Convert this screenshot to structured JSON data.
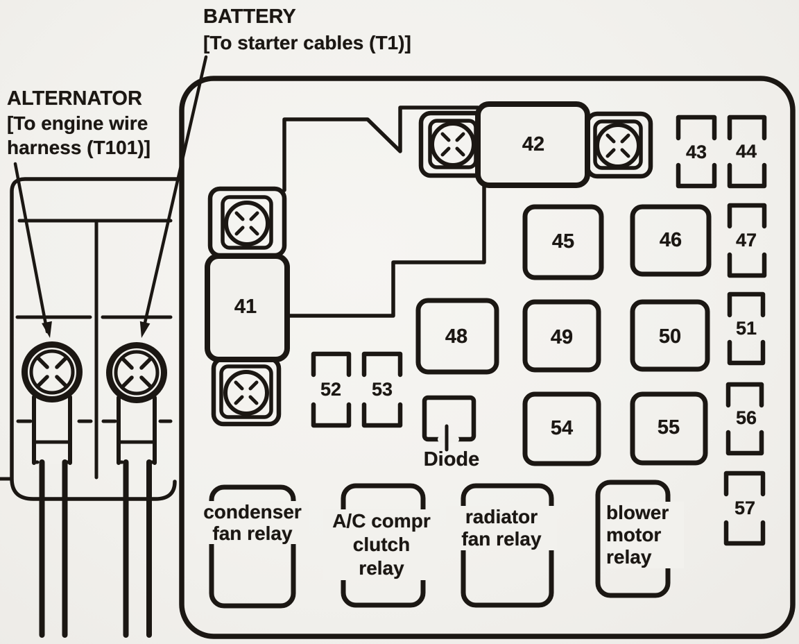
{
  "colors": {
    "paper": "#f2f1ed",
    "ink": "#1b1713"
  },
  "callouts": {
    "alternator": {
      "title": "ALTERNATOR",
      "sub1": "[To engine wire",
      "sub2": "harness (T101)]"
    },
    "battery": {
      "title": "BATTERY",
      "sub": "[To starter cables (T1)]"
    }
  },
  "fuses": {
    "41": "41",
    "42": "42",
    "43": "43",
    "44": "44",
    "45": "45",
    "46": "46",
    "47": "47",
    "48": "48",
    "49": "49",
    "50": "50",
    "51": "51",
    "52": "52",
    "53": "53",
    "54": "54",
    "55": "55",
    "56": "56",
    "57": "57"
  },
  "diode_label": "Diode",
  "relays": [
    {
      "id": "condenser-fan-relay",
      "lines": [
        "condenser",
        "fan relay"
      ]
    },
    {
      "id": "ac-compressor-clutch-relay",
      "lines": [
        "A/C compr",
        "clutch",
        "relay"
      ]
    },
    {
      "id": "radiator-fan-relay",
      "lines": [
        "radiator",
        "fan relay"
      ]
    },
    {
      "id": "blower-motor-relay",
      "lines": [
        "blower",
        "motor",
        "relay"
      ]
    }
  ]
}
